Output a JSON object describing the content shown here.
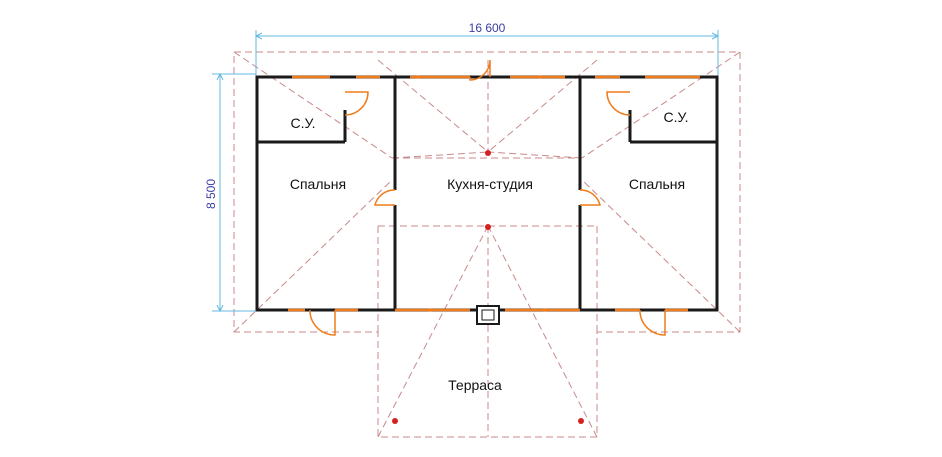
{
  "dimensions": {
    "width": "16 600",
    "height": "8 500"
  },
  "rooms": {
    "bath_left": "С.У.",
    "bath_right": "С.У.",
    "bedroom_left": "Спальня",
    "kitchen": "Кухня-студия",
    "bedroom_right": "Спальня",
    "terrace": "Терраса"
  },
  "colors": {
    "wall": "#1a1a1a",
    "roof_line": "#c98a8a",
    "door_window": "#f07b1a",
    "dimension": "#64b9e0",
    "dim_text": "#3b3fa0",
    "post": "#d62020"
  }
}
